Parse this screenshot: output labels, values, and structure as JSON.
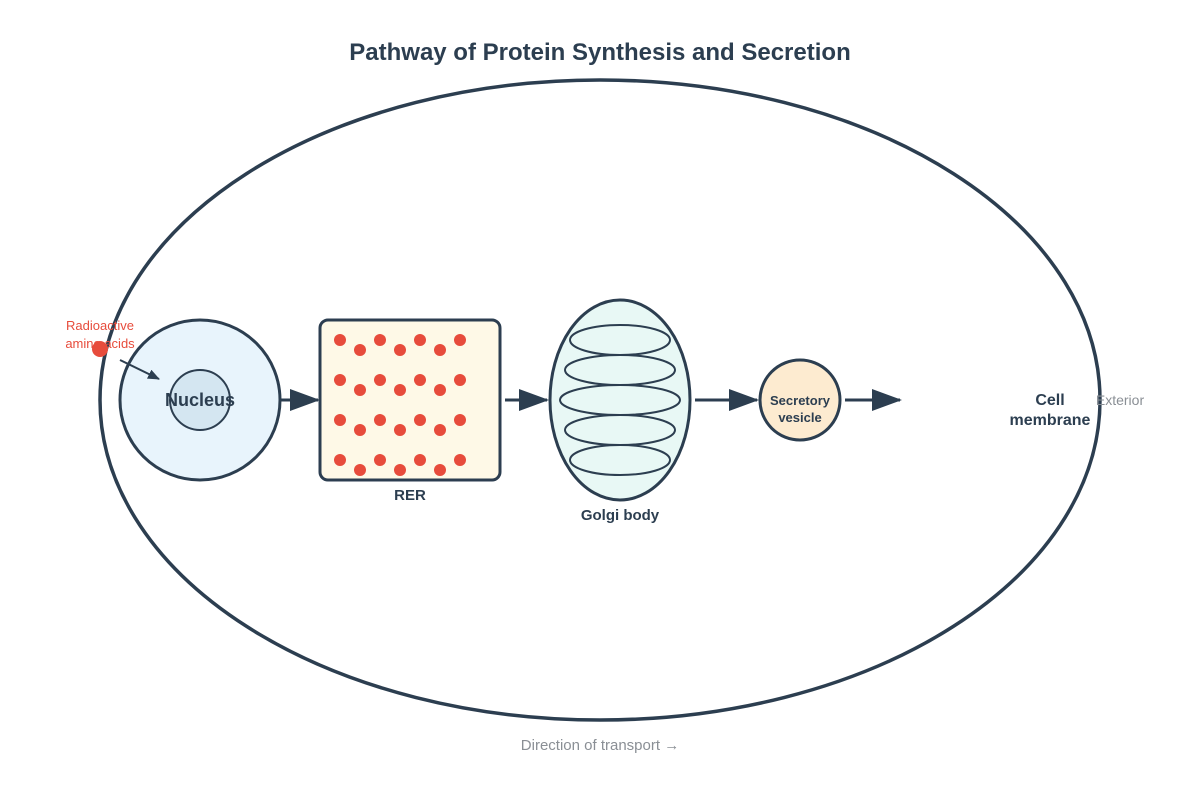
{
  "title": "Pathway of Protein Synthesis and Secretion",
  "labels": {
    "radioactive_line1": "Radioactive",
    "radioactive_line2": "amino acids",
    "nucleus": "Nucleus",
    "rer": "RER",
    "golgi": "Golgi body",
    "vesicle_line1": "Secretory",
    "vesicle_line2": "vesicle",
    "membrane_line1": "Cell",
    "membrane_line2": "membrane",
    "exterior": "Exterior"
  },
  "footer": "Direction of transport →",
  "colors": {
    "outline": "#2c3e50",
    "dot": "#e74c3c",
    "nucleus_fill": "#e8f4fc",
    "nucleolus_fill": "#d4e6f1",
    "rer_fill": "#fef9e7",
    "golgi_fill": "#e8f8f5",
    "vesicle_fill": "#fdebd0",
    "muted_text": "#8a8f95"
  }
}
